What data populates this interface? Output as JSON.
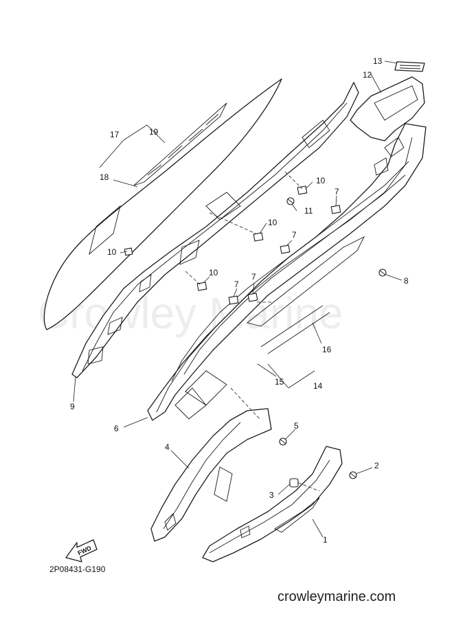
{
  "diagram": {
    "drawing_code": "2P08431-G190",
    "watermark": "Crowley Marine",
    "site": "crowleymarine.com",
    "fwd_label": "FWD",
    "callouts": [
      "1",
      "2",
      "3",
      "4",
      "5",
      "6",
      "7",
      "7",
      "7",
      "7",
      "8",
      "9",
      "10",
      "10",
      "10",
      "10",
      "10",
      "11",
      "12",
      "13",
      "14",
      "15",
      "16",
      "17",
      "18",
      "19"
    ]
  }
}
